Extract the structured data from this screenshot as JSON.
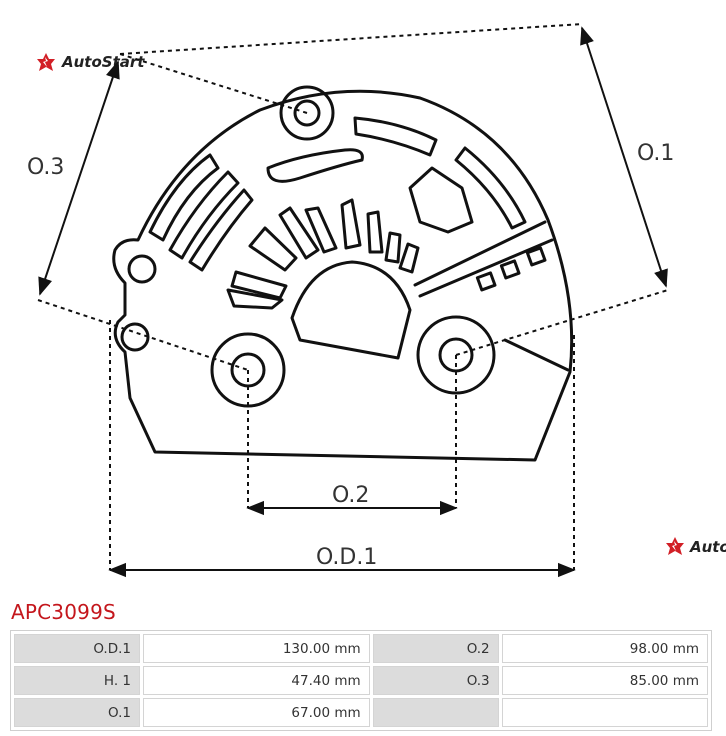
{
  "brand": {
    "name": "AutoStart",
    "accent": "#d21f26"
  },
  "dimension_labels": {
    "od1": "O.D.1",
    "o1": "O.1",
    "o2": "O.2",
    "o3": "O.3"
  },
  "part_code": "APC3099S",
  "specs": [
    {
      "k1": "O.D.1",
      "v1": "130.00 mm",
      "k2": "O.2",
      "v2": "98.00 mm"
    },
    {
      "k1": "H. 1",
      "v1": "47.40 mm",
      "k2": "O.3",
      "v2": "85.00 mm"
    },
    {
      "k1": "O.1",
      "v1": "67.00 mm",
      "k2": "",
      "v2": ""
    }
  ]
}
